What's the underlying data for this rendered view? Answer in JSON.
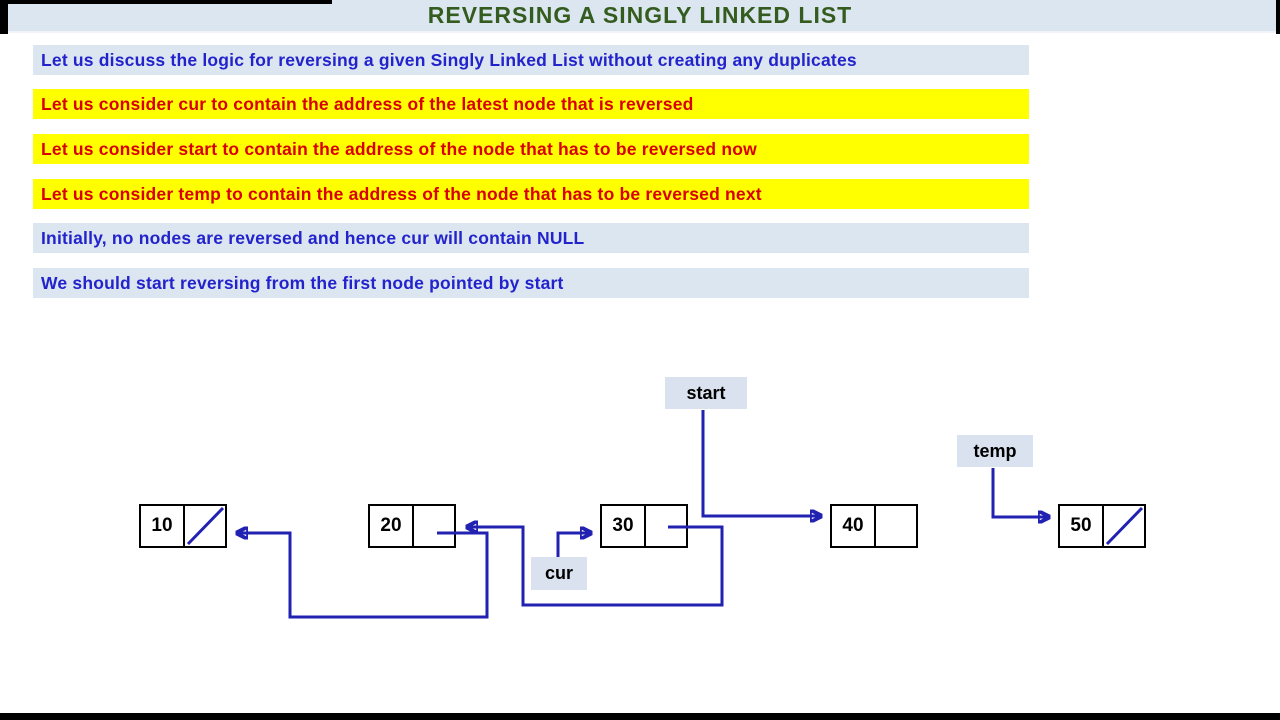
{
  "title": "REVERSING A SINGLY LINKED LIST",
  "info_bars": [
    {
      "style": "blue",
      "text": "Let us discuss the logic for reversing a given Singly Linked List without creating any duplicates"
    },
    {
      "style": "yellow",
      "text": "Let us consider cur to contain the address of the latest node that is reversed"
    },
    {
      "style": "yellow",
      "text": "Let us consider start to contain the address of the node that has to be reversed now"
    },
    {
      "style": "yellow",
      "text": "Let us consider temp to contain the address of the node that has to be reversed next"
    },
    {
      "style": "blue",
      "text": "Initially, no nodes are reversed and hence cur will contain NULL"
    },
    {
      "style": "blue",
      "text": "We should start reversing from the first node pointed by start"
    }
  ],
  "diagram": {
    "nodes": [
      {
        "value": "10",
        "pointer": "NULL"
      },
      {
        "value": "20",
        "pointer": "node 10"
      },
      {
        "value": "30",
        "pointer": "node 20"
      },
      {
        "value": "40",
        "pointer": "empty"
      },
      {
        "value": "50",
        "pointer": "NULL"
      }
    ],
    "pointer_labels": [
      {
        "name": "start",
        "points_to": "node 40"
      },
      {
        "name": "temp",
        "points_to": "node 50"
      },
      {
        "name": "cur",
        "points_to": "node 30"
      }
    ]
  },
  "colors": {
    "title_text": "#355c1f",
    "bar_blue_bg": "#dce6f1",
    "bar_blue_text": "#2323cc",
    "bar_yellow_bg": "#ffff00",
    "bar_yellow_text": "#d90000",
    "arrow_blue": "#2121b2",
    "node_border": "#000000",
    "label_bg": "#d9e2ee"
  }
}
